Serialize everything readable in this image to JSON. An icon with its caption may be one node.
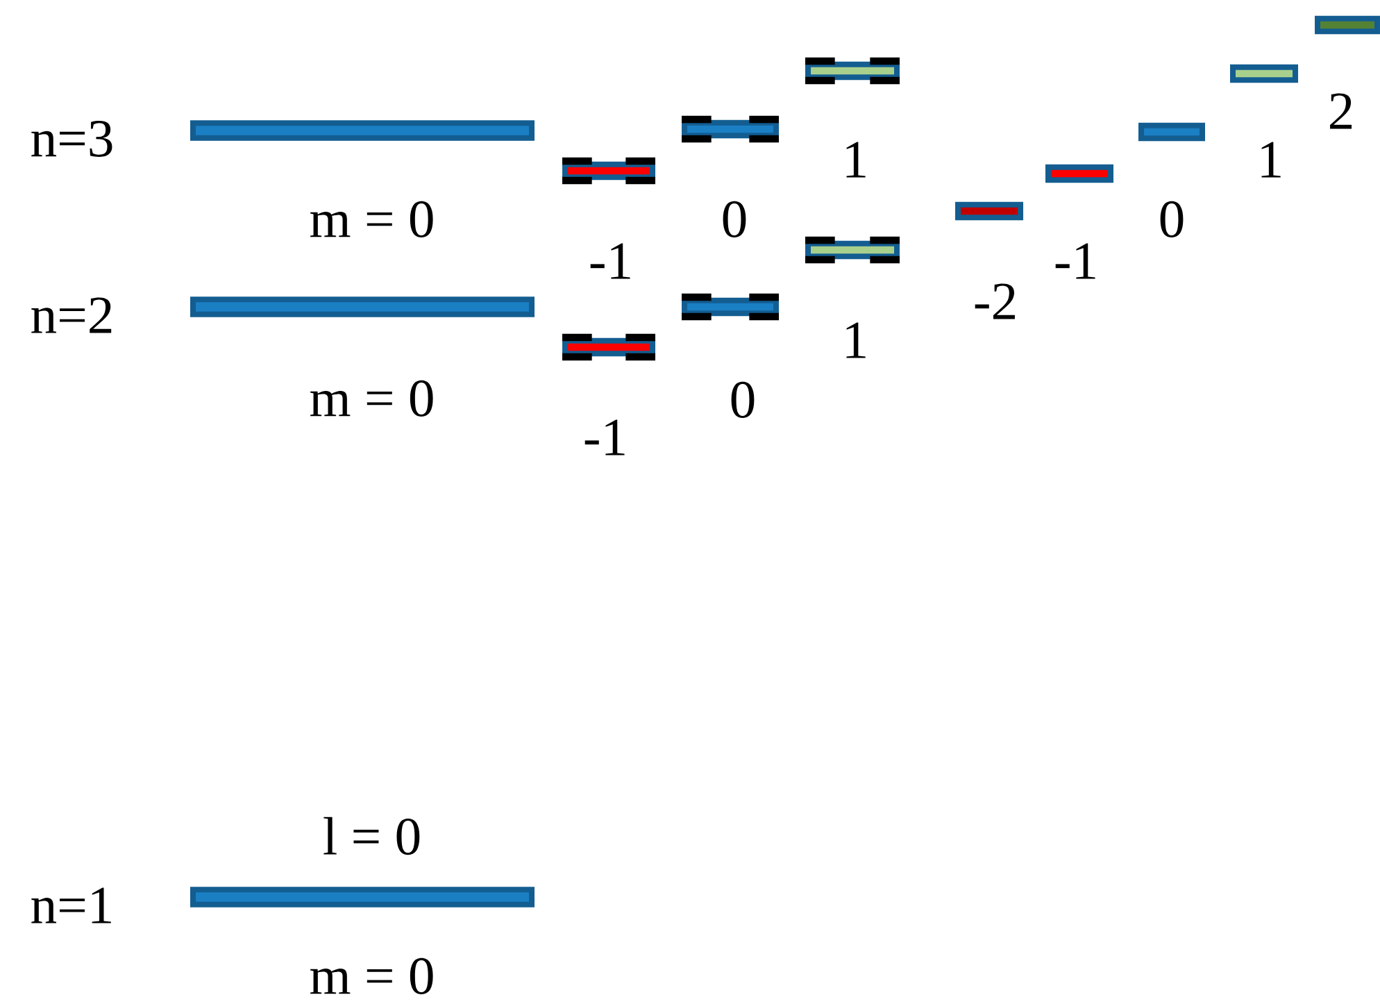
{
  "diagram": {
    "nodes": [
      {
        "text": [],
        "shape": "bar",
        "beside": [
          "n=3",
          "m = 0"
        ]
      },
      {
        "text": [],
        "shape": "bar",
        "beside": [
          "n=2",
          "m = 0"
        ]
      },
      {
        "text": [],
        "shape": "bar",
        "beside": [
          "l = 0",
          "n=1",
          "m = 0"
        ]
      },
      {
        "text": [],
        "shape": "bar",
        "beside": [
          "-1"
        ]
      },
      {
        "text": [],
        "shape": "bar",
        "beside": [
          "0"
        ]
      },
      {
        "text": [],
        "shape": "bar",
        "beside": [
          "1"
        ]
      },
      {
        "text": [],
        "shape": "bar",
        "beside": [
          "-1"
        ]
      },
      {
        "text": [],
        "shape": "bar",
        "beside": [
          "0"
        ]
      },
      {
        "text": [],
        "shape": "bar",
        "beside": [
          "1"
        ]
      },
      {
        "text": [],
        "shape": "bar",
        "beside": [
          "-2"
        ]
      },
      {
        "text": [],
        "shape": "bar",
        "beside": [
          "-1"
        ]
      },
      {
        "text": [],
        "shape": "bar",
        "beside": [
          "0"
        ]
      },
      {
        "text": [],
        "shape": "bar",
        "beside": [
          "1"
        ]
      },
      {
        "text": [],
        "shape": "bar",
        "beside": [
          "2"
        ]
      }
    ]
  }
}
